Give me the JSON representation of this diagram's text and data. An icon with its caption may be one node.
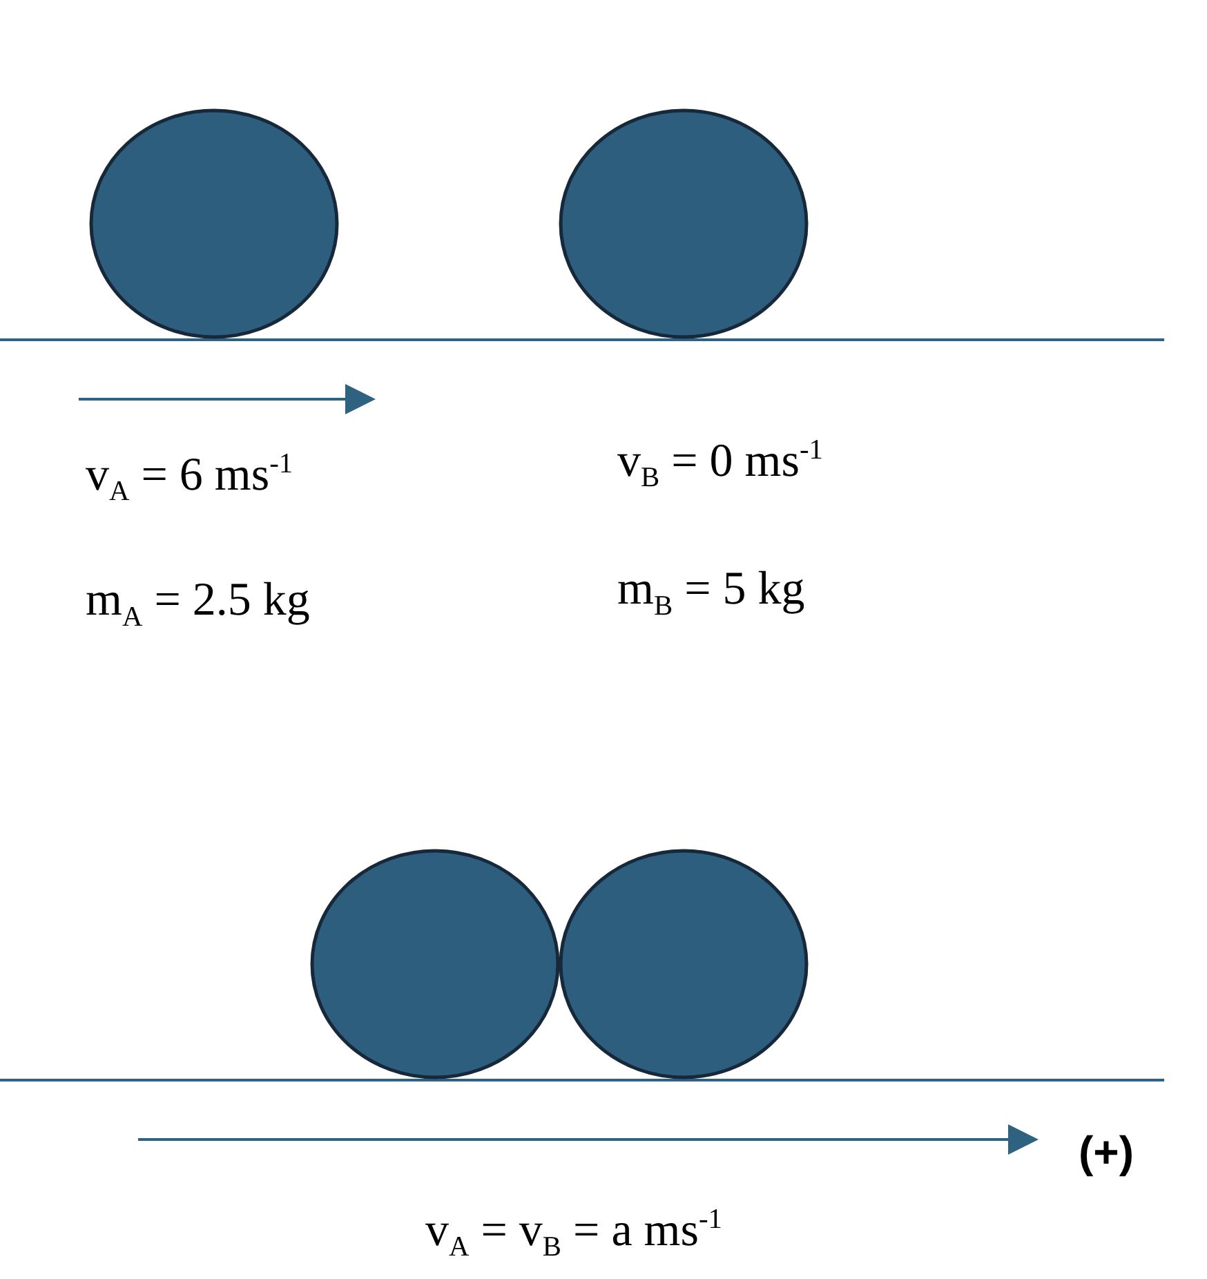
{
  "diagram": {
    "nodes": [
      {
        "text": [],
        "shape": "circle"
      },
      {
        "text": [],
        "shape": "circle"
      },
      {
        "text": [],
        "shape": "circle"
      },
      {
        "text": [],
        "shape": "circle"
      }
    ],
    "labels": [
      "v$_{A}$ = 6 ms$^{-1}$",
      "v$_{B}$ = 0 ms$^{-1}$",
      "m$_{A}$ = 2.5 kg",
      "m$_{B}$ = 5 kg",
      "(+)",
      "v$_{A}$ = v$_{B}$ = a ms$^{-1}$"
    ]
  }
}
